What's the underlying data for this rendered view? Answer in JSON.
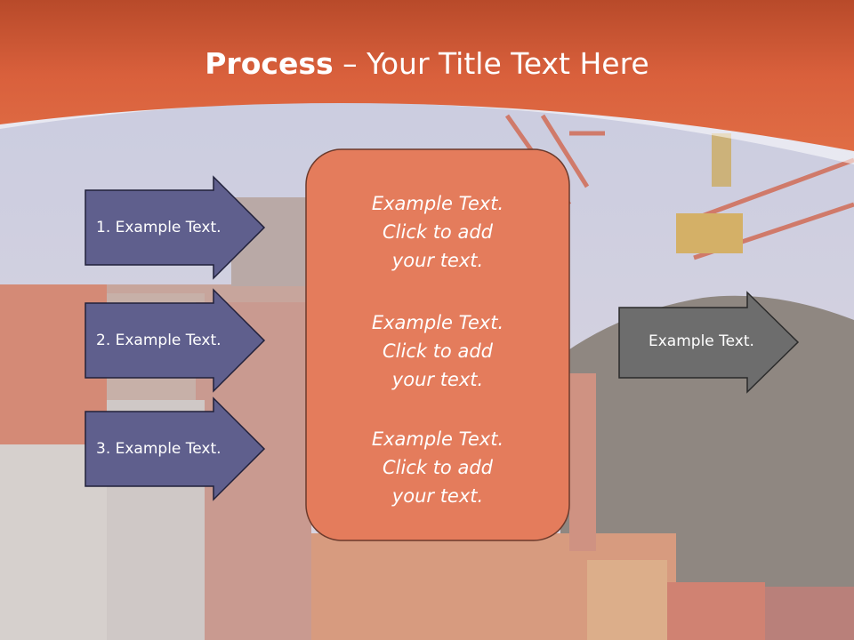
{
  "slide": {
    "title_bold": "Process",
    "title_rest": " – Your Title Text Here"
  },
  "left_arrows": [
    {
      "label": "1. Example Text."
    },
    {
      "label": "2. Example Text."
    },
    {
      "label": "3. Example Text."
    }
  ],
  "center_box": {
    "blocks": [
      {
        "line1": "Example Text.",
        "line2": "Click  to add",
        "line3": "your text."
      },
      {
        "line1": "Example Text.",
        "line2": "Click  to add",
        "line3": "your text."
      },
      {
        "line1": "Example Text.",
        "line2": "Click  to add",
        "line3": "your text."
      }
    ]
  },
  "right_arrow": {
    "label": "Example Text."
  },
  "colors": {
    "header": "#d9603c",
    "left_arrow_fill": "#5f5f8d",
    "center_box_fill": "#e47c5c",
    "right_arrow_fill": "#6d6d6d"
  }
}
